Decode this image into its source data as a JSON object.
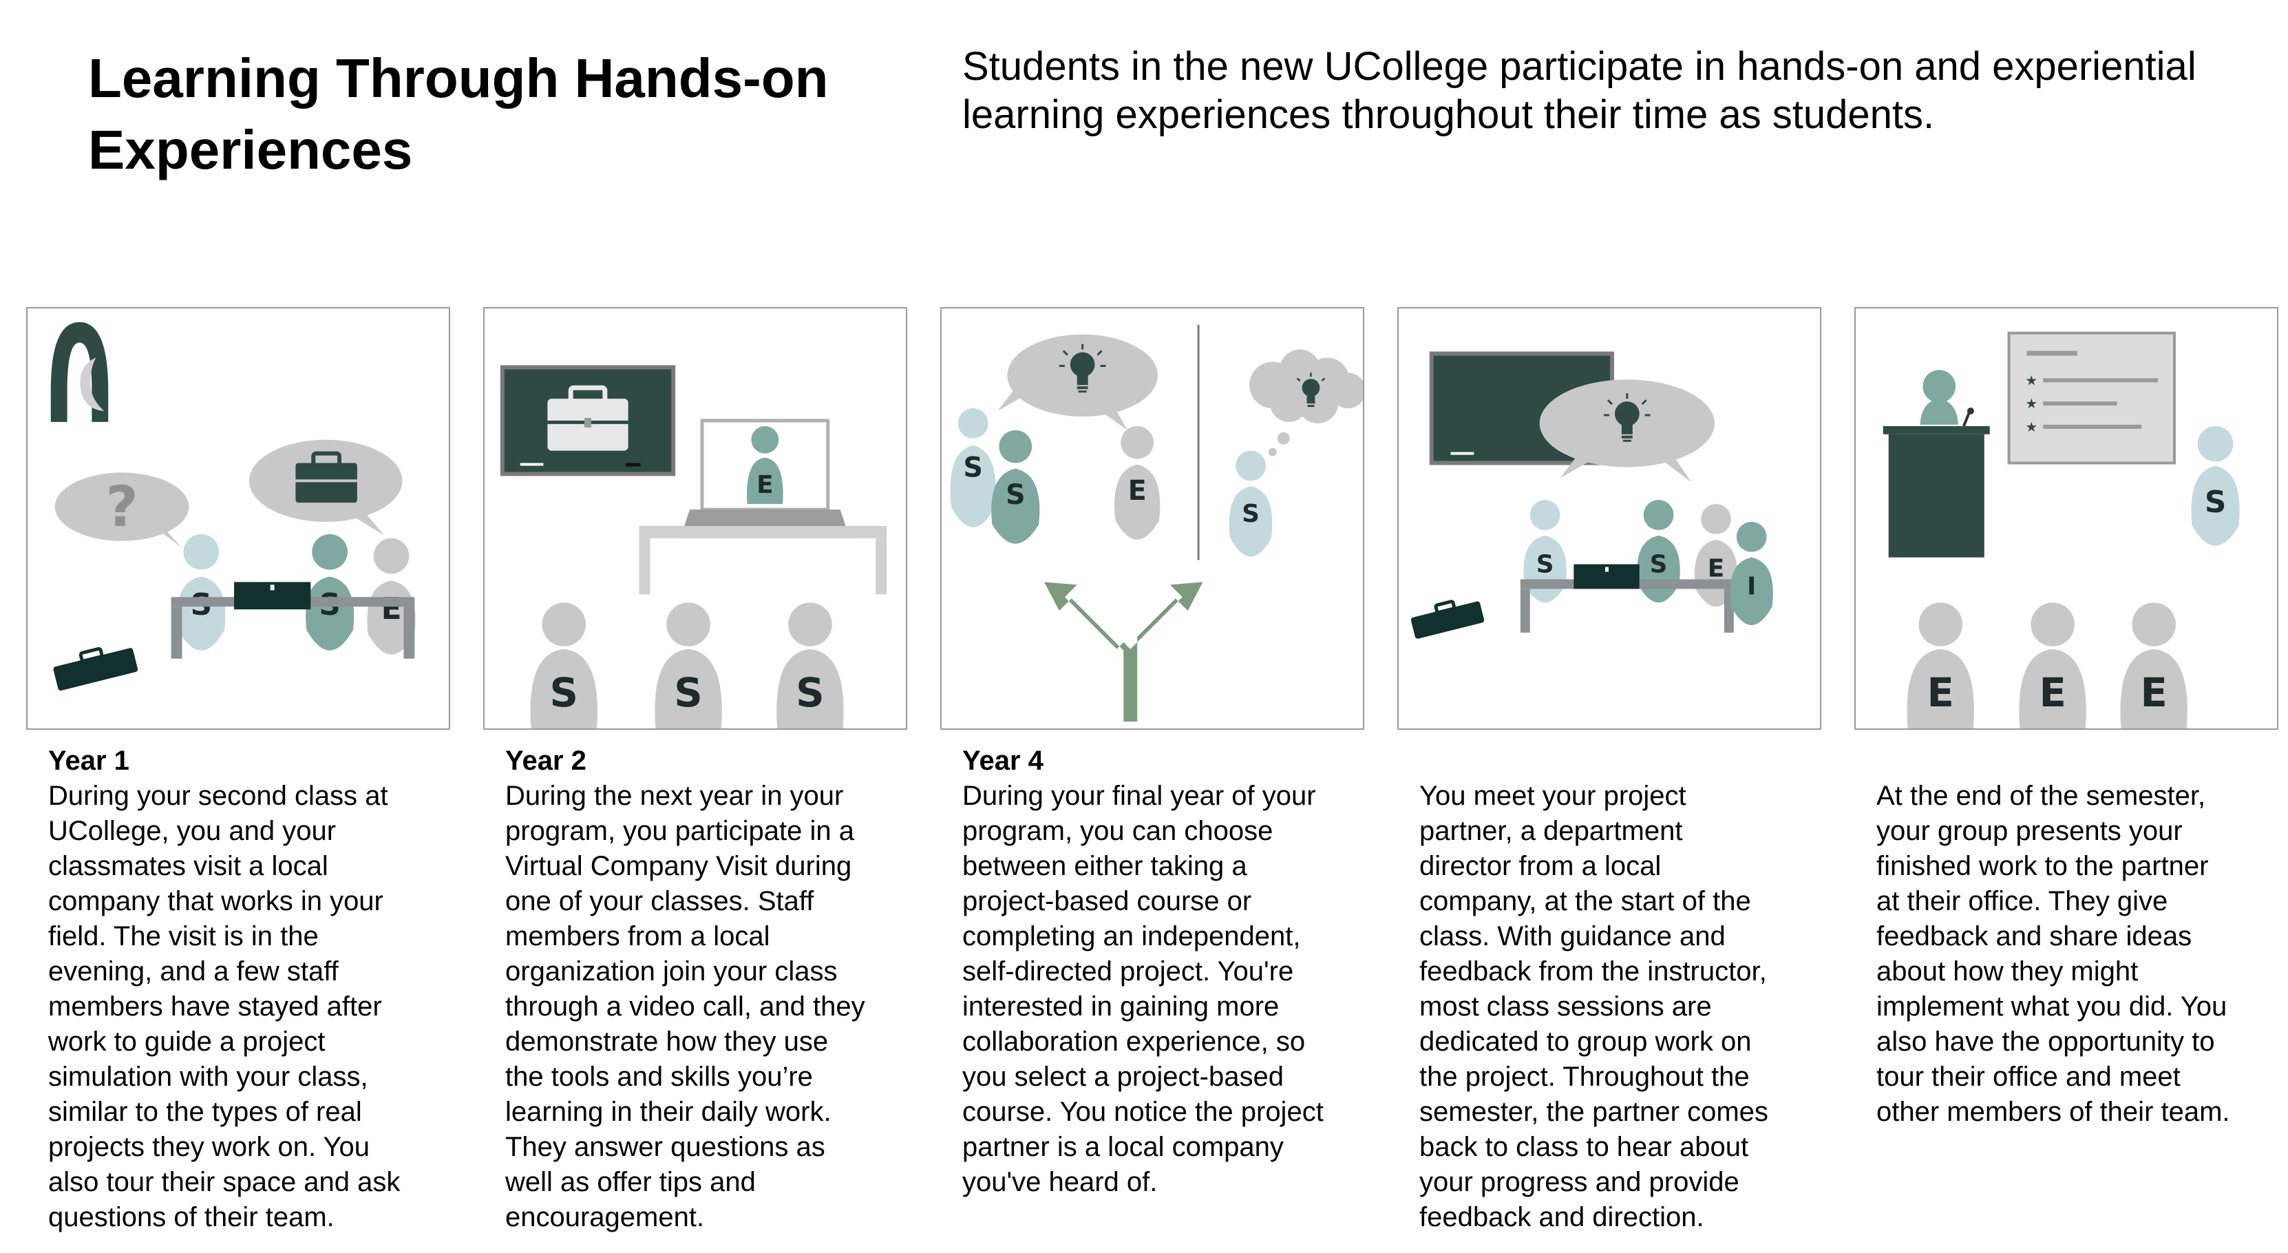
{
  "header": {
    "title_line1": "Learning Through Hands-on",
    "title_line2": "Experiences",
    "intro_line1": "Students in the new UCollege participate in hands-on and experiential",
    "intro_line2": "learning experiences throughout their time as students."
  },
  "colors": {
    "dark_green": "#2f4a45",
    "teal": "#7fa8a0",
    "light_blue": "#c3d9de",
    "gray": "#c8c8c8",
    "table_gray": "#8b9195",
    "arrow_green": "#7e9a7e"
  },
  "icons": [
    "arch-icon",
    "question-bubble-icon",
    "briefcase-icon",
    "lightbulb-icon",
    "thought-cloud-icon",
    "fork-arrow-icon",
    "podium-icon",
    "slide-board-icon",
    "chalkboard-icon",
    "laptop-icon"
  ],
  "labels": {
    "student": "S",
    "employer": "E",
    "instructor": "I",
    "question": "?"
  },
  "panels": [
    {
      "year": "Year 1",
      "lines": [
        "During your second class  at",
        "UCollege, you and your",
        "classmates visit a local",
        "company that works in your",
        "field. The visit is in the",
        "evening, and a few staff",
        "members have stayed after",
        "work to guide a project",
        "simulation with your class,",
        "similar to the types of real",
        "projects they work on. You",
        "also tour their space and ask",
        "questions of their team."
      ]
    },
    {
      "year": "Year 2",
      "lines": [
        "During the next year in your",
        "program, you participate in a",
        "Virtual Company Visit during",
        "one of your classes. Staff",
        "members from a local",
        "organization join your class",
        "through a video call, and they",
        "demonstrate how they use",
        "the tools and skills you’re",
        "learning in their daily work.",
        "They answer questions as",
        "well as offer tips and",
        "encouragement."
      ]
    },
    {
      "year": "Year 4",
      "lines": [
        "During your final year of your",
        "program, you can choose",
        "between either taking a",
        "project-based course or",
        "completing an independent,",
        "self-directed project. You're",
        "interested in gaining more",
        "collaboration experience, so",
        "you select a project-based",
        "course. You notice the project",
        "partner is a local company",
        "you've heard of."
      ]
    },
    {
      "year": "",
      "lines": [
        "You meet your project",
        "partner, a department",
        "director from a local",
        "company, at the start of the",
        "class. With guidance and",
        "feedback from the instructor,",
        "most class sessions  are",
        "dedicated to group work on",
        "the project. Throughout the",
        "semester, the partner comes",
        "back to class to hear about",
        "your progress and provide",
        "feedback and direction."
      ]
    },
    {
      "year": "",
      "lines": [
        "At the end of the semester,",
        "your group presents your",
        "finished work to the partner",
        "at their office. They give",
        "feedback and share ideas",
        "about how they might",
        "implement what you did. You",
        "also have the opportunity to",
        "tour their office and meet",
        "other members of their team."
      ]
    }
  ]
}
